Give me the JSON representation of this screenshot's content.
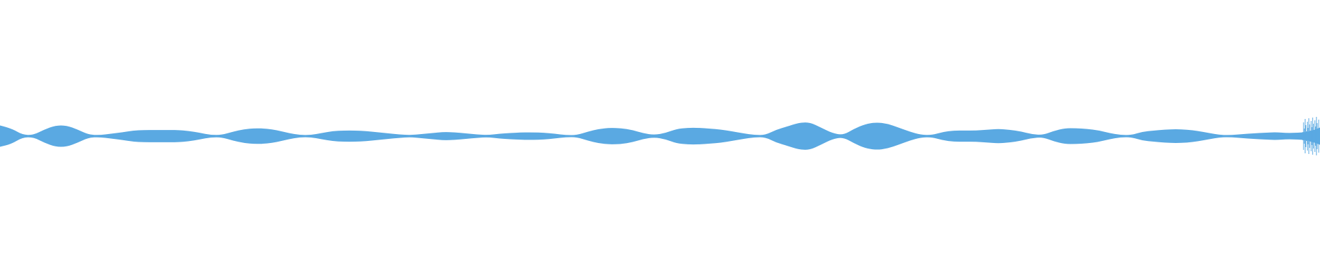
{
  "waveform": {
    "color": "#5aa9e2",
    "envelope": [
      0.75,
      0.55,
      0.08,
      0.05,
      0.45,
      0.75,
      0.75,
      0.45,
      0.08,
      0.05,
      0.15,
      0.25,
      0.38,
      0.42,
      0.42,
      0.42,
      0.42,
      0.35,
      0.22,
      0.06,
      0.06,
      0.3,
      0.48,
      0.55,
      0.52,
      0.4,
      0.2,
      0.06,
      0.05,
      0.2,
      0.34,
      0.38,
      0.38,
      0.34,
      0.26,
      0.18,
      0.1,
      0.05,
      0.12,
      0.2,
      0.28,
      0.25,
      0.18,
      0.1,
      0.05,
      0.15,
      0.2,
      0.24,
      0.25,
      0.22,
      0.15,
      0.05,
      0.05,
      0.3,
      0.5,
      0.58,
      0.55,
      0.42,
      0.18,
      0.06,
      0.2,
      0.5,
      0.58,
      0.58,
      0.52,
      0.45,
      0.32,
      0.18,
      0.06,
      0.05,
      0.45,
      0.68,
      0.95,
      0.98,
      0.6,
      0.2,
      0.05,
      0.5,
      0.85,
      0.98,
      0.88,
      0.6,
      0.3,
      0.08,
      0.05,
      0.28,
      0.38,
      0.38,
      0.38,
      0.44,
      0.5,
      0.44,
      0.32,
      0.12,
      0.05,
      0.35,
      0.55,
      0.55,
      0.5,
      0.4,
      0.2,
      0.06,
      0.05,
      0.3,
      0.38,
      0.45,
      0.48,
      0.45,
      0.35,
      0.2,
      0.06,
      0.05,
      0.12,
      0.18,
      0.22,
      0.26,
      0.2,
      0.22,
      0.28,
      0.6
    ]
  }
}
